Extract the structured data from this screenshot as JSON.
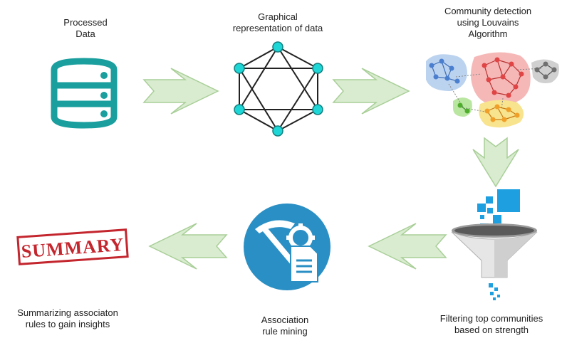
{
  "steps": {
    "processed": {
      "label": "Processed\nData",
      "icon": "database-icon"
    },
    "graph": {
      "label": "Graphical\nrepresentation of data",
      "icon": "graph-network-icon"
    },
    "community": {
      "label": "Community detection\nusing Louvains\nAlgorithm",
      "icon": "community-clusters-icon"
    },
    "filter": {
      "label": "Filtering top communities\nbased on strength",
      "icon": "funnel-filter-icon"
    },
    "mining": {
      "label": "Association\nrule mining",
      "icon": "data-mining-icon"
    },
    "summary": {
      "label": "Summarizing associaton\nrules to gain insights",
      "icon": "summary-stamp-icon",
      "stamp_text": "SUMMARY"
    }
  },
  "colors": {
    "arrow_fill": "#d9ecd0",
    "arrow_stroke": "#a9cf98",
    "teal": "#1a9e9e",
    "node_cyan": "#1ed6d6",
    "stamp_red": "#c4262e",
    "mining_blue": "#2a8fc4",
    "filter_blue": "#1ea0e0"
  }
}
